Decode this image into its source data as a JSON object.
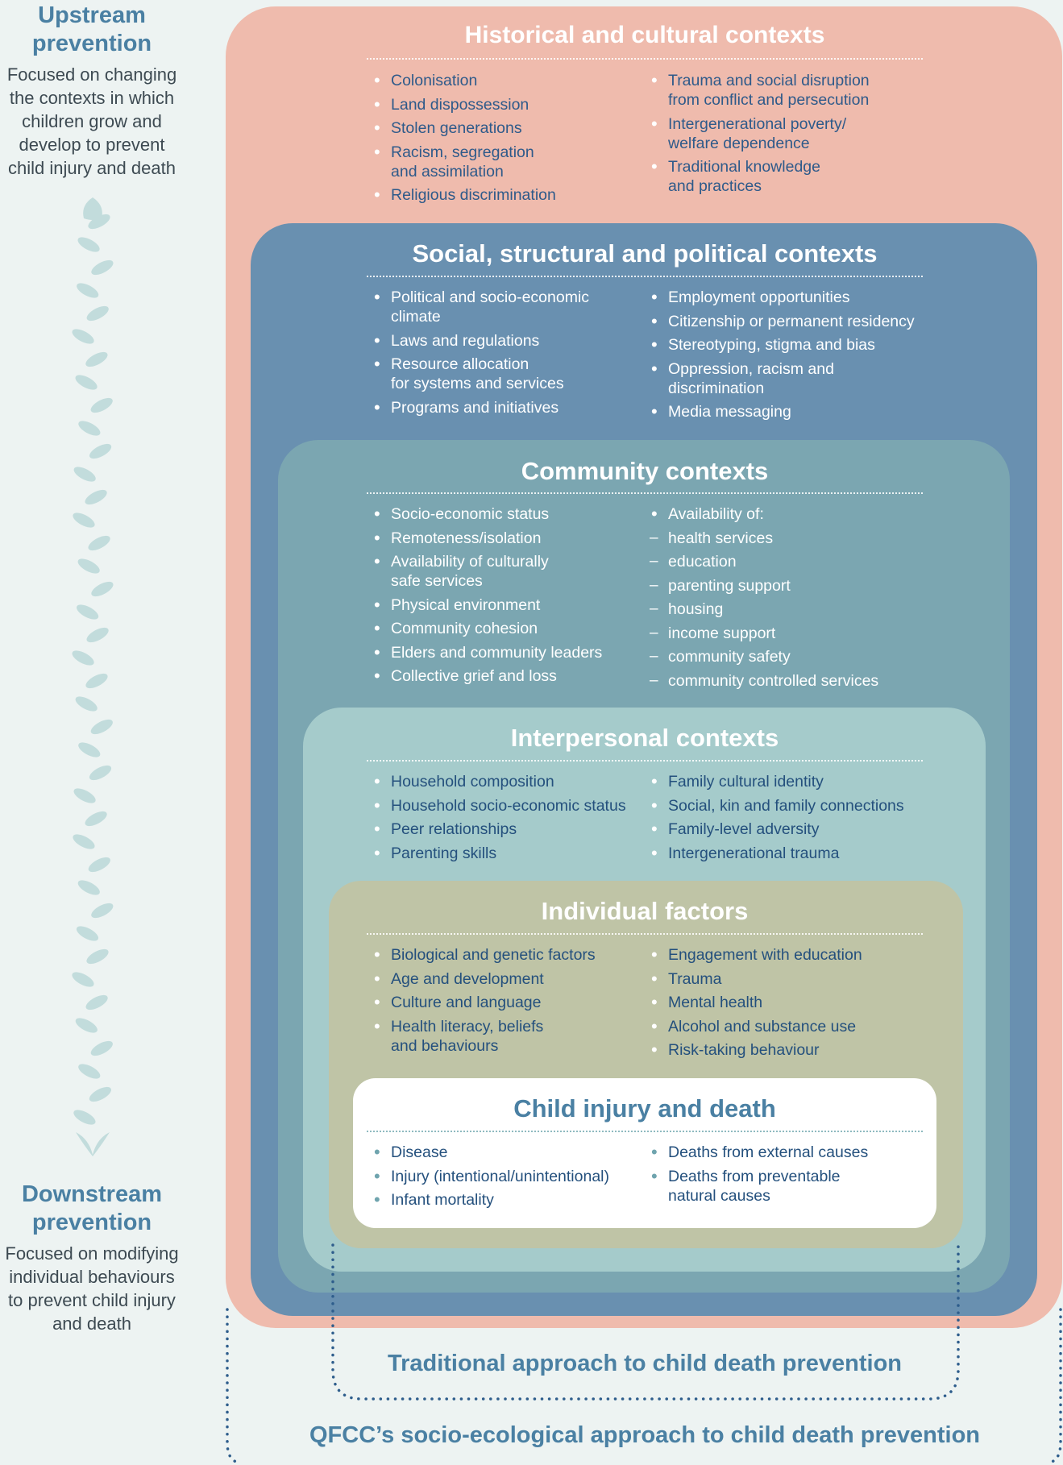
{
  "sidebar": {
    "upstream": {
      "heading": "Upstream prevention",
      "description": "Focused on changing the contexts in which children grow and develop to prevent child injury and death"
    },
    "downstream": {
      "heading": "Downstream prevention",
      "description": "Focused on modifying individual behaviours to prevent child injury and death"
    }
  },
  "layers": {
    "historical": {
      "title": "Historical and cultural contexts",
      "left": [
        "Colonisation",
        "Land dispossession",
        "Stolen generations",
        "Racism, segregation\nand assimilation",
        "Religious discrimination"
      ],
      "right": [
        "Trauma and social disruption\nfrom conflict and persecution",
        "Intergenerational poverty/\nwelfare dependence",
        "Traditional knowledge\nand practices"
      ]
    },
    "social": {
      "title": "Social, structural and political contexts",
      "left": [
        "Political and socio-economic\nclimate",
        "Laws and regulations",
        "Resource allocation\nfor systems and services",
        "Programs and initiatives"
      ],
      "right": [
        "Employment opportunities",
        "Citizenship or permanent residency",
        "Stereotyping, stigma and bias",
        "Oppression, racism and\ndiscrimination",
        "Media messaging"
      ]
    },
    "community": {
      "title": "Community contexts",
      "left": [
        "Socio-economic status",
        "Remoteness/isolation",
        "Availability of culturally\nsafe services",
        "Physical environment",
        "Community cohesion",
        "Elders and community leaders",
        "Collective grief and loss"
      ],
      "right_heading": "Availability of:",
      "right": [
        "health services",
        "education",
        "parenting support",
        "housing",
        "income support",
        "community safety",
        "community controlled services"
      ]
    },
    "interpersonal": {
      "title": "Interpersonal contexts",
      "left": [
        "Household composition",
        "Household socio-economic status",
        "Peer relationships",
        "Parenting skills"
      ],
      "right": [
        "Family cultural identity",
        "Social, kin and family connections",
        "Family-level adversity",
        "Intergenerational trauma"
      ]
    },
    "individual": {
      "title": "Individual factors",
      "left": [
        "Biological and genetic factors",
        "Age and development",
        "Culture and language",
        "Health literacy, beliefs\nand behaviours"
      ],
      "right": [
        "Engagement with education",
        "Trauma",
        "Mental health",
        "Alcohol and substance use",
        "Risk-taking behaviour"
      ]
    },
    "child": {
      "title": "Child injury and death",
      "left": [
        "Disease",
        "Injury (intentional/unintentional)",
        "Infant mortality"
      ],
      "right": [
        "Deaths from external causes",
        "Deaths from preventable\nnatural causes"
      ]
    }
  },
  "approaches": {
    "traditional": "Traditional approach to child death prevention",
    "qfcc": "QFCC’s socio-ecological approach to child death prevention"
  },
  "colors": {
    "historical": "#efbbad",
    "social": "#6990b0",
    "community": "#7ba6b1",
    "interpersonal": "#a5cbcb",
    "individual": "#bfc4a6",
    "child": "#ffffff",
    "heading_blue": "#4a80a3",
    "leaf": "#c2dcdc"
  }
}
